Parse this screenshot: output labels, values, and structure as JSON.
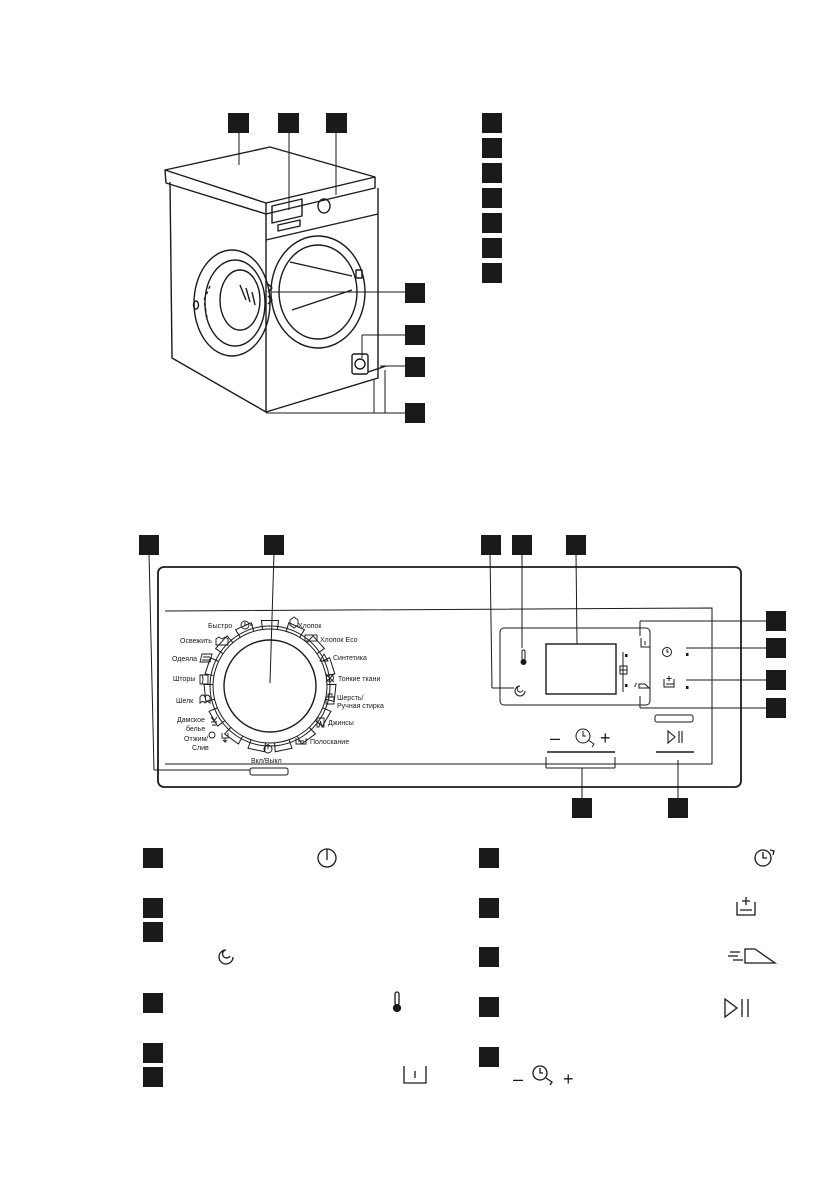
{
  "programs_left": [
    {
      "label": "Быстро"
    },
    {
      "label": "Освежить"
    },
    {
      "label": "Одеяла"
    },
    {
      "label": "Шторы"
    },
    {
      "label": "Шелк"
    },
    {
      "label": "Дамское"
    },
    {
      "label": "белье"
    },
    {
      "label": "Отжим/"
    },
    {
      "label": "Слив"
    }
  ],
  "programs_right": [
    {
      "label": "Хлопок"
    },
    {
      "label": "Хлопок Eco"
    },
    {
      "label": "Синтетика"
    },
    {
      "label": "Тонкие ткани"
    },
    {
      "label": "Шерсть/"
    },
    {
      "label": "Ручная стирка"
    },
    {
      "label": "Джинсы"
    },
    {
      "label": "Полоскание"
    }
  ],
  "power_label": "Вкл/Выкл",
  "time_control": {
    "minus": "–",
    "plus": "+"
  },
  "legend_bottom": {
    "minus": "–",
    "plus": "+"
  },
  "colors": {
    "ink": "#1a1a1a",
    "callout": "#1a1a1a",
    "background": "#ffffff"
  },
  "icons": [
    "power-icon",
    "spin-icon",
    "temperature-icon",
    "stain-icon",
    "delay-start-icon",
    "extra-rinse-icon",
    "easy-iron-icon",
    "start-pause-icon",
    "time-manager-icon"
  ]
}
